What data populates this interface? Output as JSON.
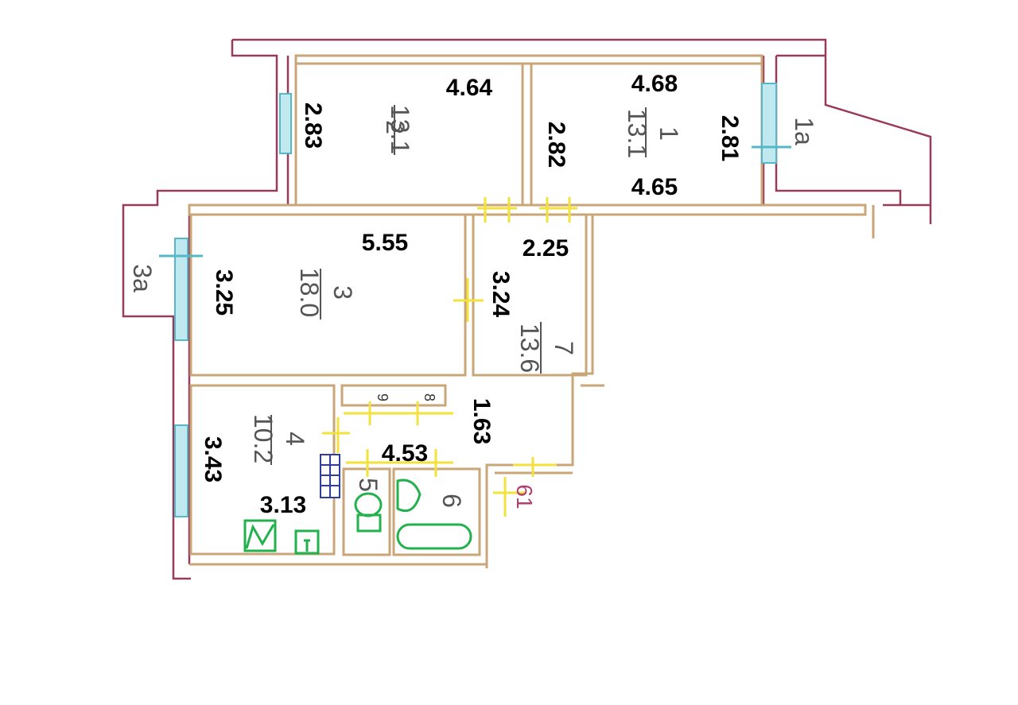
{
  "rooms": [
    {
      "id": "1",
      "area": "13.1",
      "width_top": "4.68",
      "width_bottom": "4.65",
      "height_left": "2.82",
      "height_right": "2.81"
    },
    {
      "id": "2",
      "area": "13.1",
      "width": "4.64",
      "height": "2.83"
    },
    {
      "id": "3",
      "area": "18.0",
      "width": "5.55",
      "height": "3.25"
    },
    {
      "id": "4",
      "area": "10.2",
      "width": "3.13",
      "height": "3.43"
    },
    {
      "id": "5"
    },
    {
      "id": "6"
    },
    {
      "id": "7",
      "area": "13.6",
      "width": "2.25",
      "height": "3.24",
      "extra_width": "4.53",
      "extra_height": "1.63"
    },
    {
      "id": "8"
    },
    {
      "id": "9"
    }
  ],
  "balconies": [
    {
      "id": "1a",
      "label": "1а"
    },
    {
      "id": "3a",
      "label": "3а"
    }
  ],
  "neighbor_label": "61",
  "colors": {
    "outer_wall": "#9a3a5a",
    "inner_wall": "#c9a678",
    "window": "#55b8c9",
    "door": "#f2e23c",
    "plumbing": "#22b14c",
    "radiator": "#2f3e9e"
  }
}
